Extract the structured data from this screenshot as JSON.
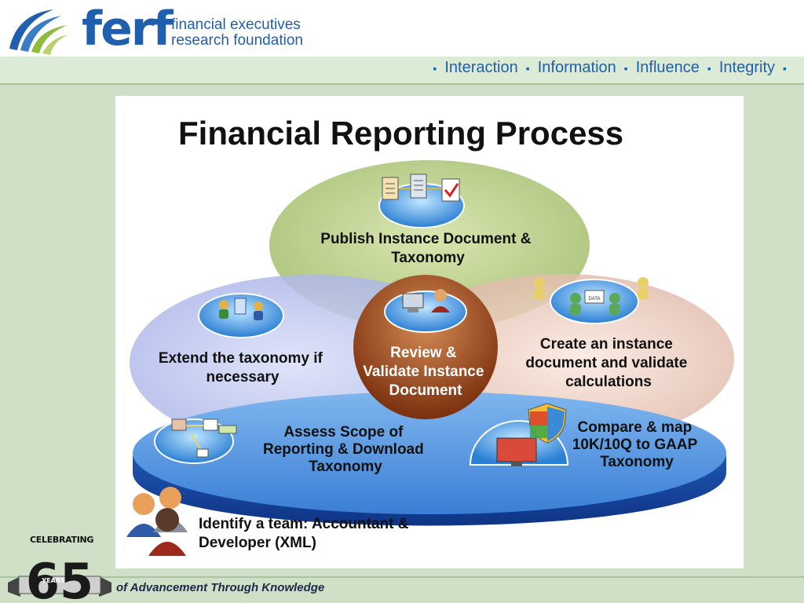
{
  "header": {
    "logo_word": "ferf",
    "logo_tag_line1": "financial executives",
    "logo_tag_line2": "research foundation"
  },
  "nav": {
    "items": [
      "Interaction",
      "Information",
      "Influence",
      "Integrity"
    ]
  },
  "diagram": {
    "title": "Financial Reporting Process",
    "steps": {
      "publish": [
        "Publish Instance Document &",
        "Taxonomy"
      ],
      "extend": [
        "Extend the taxonomy if",
        "necessary"
      ],
      "review": [
        "Review &",
        "Validate Instance",
        "Document"
      ],
      "create": [
        "Create an instance",
        "document and validate",
        "calculations"
      ],
      "assess": [
        "Assess Scope of",
        "Reporting & Download",
        "Taxonomy"
      ],
      "compare": [
        "Compare  & map",
        "10K/10Q to GAAP",
        "Taxonomy"
      ],
      "identify": [
        "Identify a team: Accountant &",
        "Developer (XML)"
      ]
    },
    "data_icon_label": "DATA"
  },
  "footer": {
    "tagline": "of Advancement Through Knowledge",
    "badge_celebrating": "CELEBRATING",
    "badge_number": "65",
    "badge_years": "YEARS"
  },
  "colors": {
    "brand_blue": "#1f5fae",
    "band_green": "#cfe0c6",
    "ellipse_green": "#a8c27a",
    "ellipse_purple": "#aeb6ea",
    "ellipse_pink": "#e8c3b3",
    "center_brown": "#8a3a14",
    "platform_blue": "#2f6cc8"
  }
}
